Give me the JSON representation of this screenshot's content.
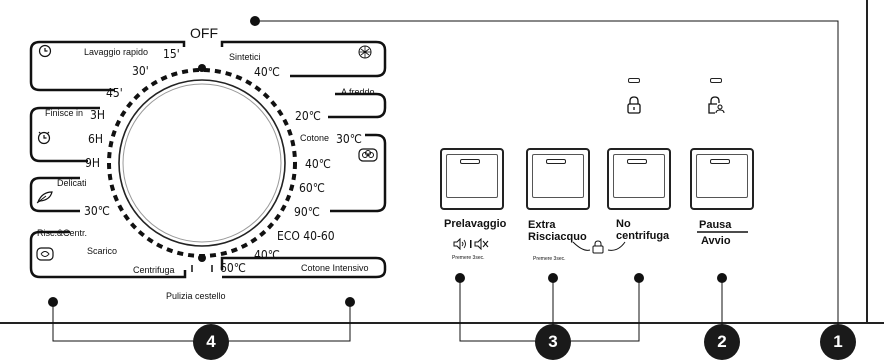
{
  "dial": {
    "off": "OFF",
    "programs": {
      "quick_wash": "Lavaggio rapido",
      "quick_15": "15'",
      "quick_30": "30'",
      "quick_45": "45'",
      "synthetics": "Sintetici",
      "synthetics_40": "40℃",
      "cold": "A freddo",
      "cold_20": "20℃",
      "finish_in": "Finisce in",
      "finish_3h": "3H",
      "finish_6h": "6H",
      "finish_9h": "9H",
      "cotton": "Cotone",
      "cotton_30": "30℃",
      "cotton_40": "40℃",
      "cotton_60": "60℃",
      "cotton_90": "90℃",
      "delicates": "Delicati",
      "delicates_30": "30℃",
      "eco": "ECO 40-60",
      "rinse_spin": "Risc.&Centr.",
      "drain": "Scarico",
      "spin": "Centrifuga",
      "intensive_40": "40℃",
      "intensive_60": "60℃",
      "intensive": "Cotone Intensivo",
      "drum_clean": "Pulizia cestello"
    }
  },
  "buttons": {
    "prewash": "Prelavaggio",
    "prewash_hint": "Premere 3sec.",
    "extra_rinse_1": "Extra",
    "extra_rinse_2": "Risciacquo",
    "extra_rinse_hint": "Premere 3sec.",
    "no_spin_1": "No",
    "no_spin_2": "centrifuga",
    "pause": "Pausa",
    "start": "Avvio"
  },
  "callouts": [
    "1",
    "2",
    "3",
    "4"
  ],
  "icons": {
    "sound": "speaker-mute-icon",
    "lock": "padlock-icon",
    "child_lock": "child-lock-icon",
    "synthetic": "synthetic-fabric-icon",
    "clock": "clock-icon",
    "cotton": "cotton-flower-icon",
    "feather": "feather-icon",
    "drum": "drum-spin-icon"
  }
}
